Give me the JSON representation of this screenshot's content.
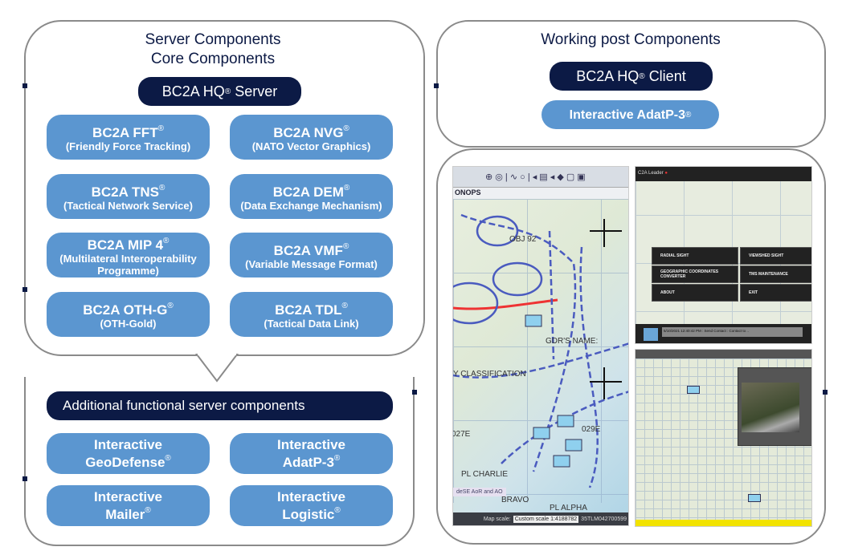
{
  "server": {
    "title_line1": "Server Components",
    "title_line2": "Core Components",
    "hq_server": "BC2A HQ",
    "hq_server_suffix": "Server",
    "reg": "®",
    "core": [
      {
        "name": "BC2A FFT",
        "desc": "(Friendly Force Tracking)"
      },
      {
        "name": "BC2A NVG",
        "desc": "(NATO Vector Graphics)"
      },
      {
        "name": "BC2A TNS",
        "desc": "(Tactical Network Service)"
      },
      {
        "name": "BC2A DEM",
        "desc": "(Data Exchange Mechanism)"
      },
      {
        "name": "BC2A MIP 4",
        "desc": "(Multilateral Interoperability Programme)"
      },
      {
        "name": "BC2A VMF",
        "desc": "(Variable Message Format)"
      },
      {
        "name": "BC2A OTH-G",
        "desc": "(OTH-Gold)"
      },
      {
        "name": "BC2A TDL",
        "desc": "(Tactical Data Link)"
      }
    ],
    "additional_title": "Additional functional server components",
    "additional": [
      {
        "line1": "Interactive",
        "line2": "GeoDefense"
      },
      {
        "line1": "Interactive",
        "line2": "AdatP-3"
      },
      {
        "line1": "Interactive",
        "line2": "Mailer"
      },
      {
        "line1": "Interactive",
        "line2": "Logistic"
      }
    ]
  },
  "working_post": {
    "title": "Working post Components",
    "client": "BC2A HQ",
    "client_suffix": "Client",
    "adatp": "Interactive AdatP-3"
  },
  "screens": {
    "map_tab": "ONOPS",
    "map_labels": [
      "OBJ 92",
      "GDR'S NAME:",
      "Y CLASSIFICATION",
      "PL CHARLIE",
      "PL ALPHA",
      "BRAVO",
      "027E",
      "029E"
    ],
    "layer_label": "deSE AoR and AO",
    "map_scale_label": "Map scale:",
    "map_scale_value": "Custom scale 1:4188782",
    "coord": "35TLM042700599",
    "app_name": "C2A Leader",
    "menu": [
      "RADIAL SIGHT",
      "VIEWSHED SIGHT",
      "GEOGRAPHIC COORDINATES CONVERTER",
      "TMS MAINTENANCE",
      "ABOUT",
      "EXIT"
    ],
    "status": "5/10/2021 12:40:42 PM : Send Contact : Contact to .."
  }
}
